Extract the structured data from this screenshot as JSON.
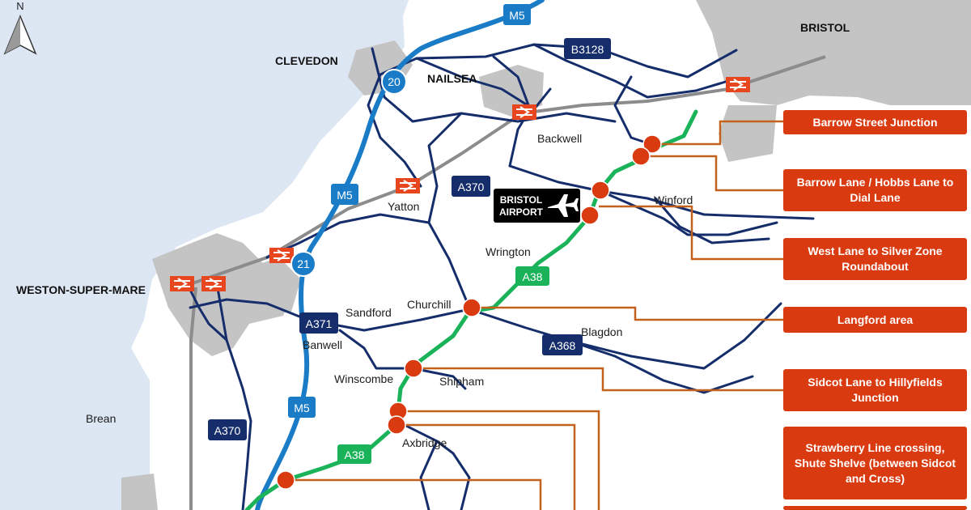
{
  "colors": {
    "sea": "#dde6f3",
    "land": "#ffffff",
    "urban": "#c4c4c4",
    "road": "#152d6b",
    "motorway": "#1a7cc7",
    "a38": "#1bb35a",
    "rail": "#8c8c8c",
    "callout": "#d93a10",
    "leader": "#c4621d",
    "rail_icon": "#e8461e",
    "airport": "#000000"
  },
  "north_label": "N",
  "towns": {
    "bristol": "BRISTOL",
    "clevedon": "CLEVEDON",
    "nailsea": "NAILSEA",
    "weston": "WESTON-SUPER-MARE"
  },
  "places": {
    "backwell": "Backwell",
    "yatton": "Yatton",
    "winford": "Winford",
    "wrington": "Wrington",
    "churchill": "Churchill",
    "sandford": "Sandford",
    "banwell": "Banwell",
    "blagdon": "Blagdon",
    "winscombe": "Winscombe",
    "shipham": "Shipham",
    "axbridge": "Axbridge",
    "brean": "Brean"
  },
  "road_labels": {
    "m5_top": "M5",
    "m5_mid": "M5",
    "m5_bottom": "M5",
    "j20": "20",
    "j21": "21",
    "b3128": "B3128",
    "a370_north": "A370",
    "a370_south": "A370",
    "a371": "A371",
    "a368": "A368",
    "a38_north": "A38",
    "a38_south": "A38"
  },
  "airport": {
    "line1": "BRISTOL",
    "line2": "AIRPORT"
  },
  "callouts": [
    {
      "label": "Barrow Street Junction"
    },
    {
      "label": "Barrow Lane / Hobbs Lane to Dial Lane"
    },
    {
      "label": "West Lane to Silver Zone Roundabout"
    },
    {
      "label": "Langford area"
    },
    {
      "label": "Sidcot Lane to Hillyfields Junction"
    },
    {
      "label": "Strawberry Line crossing, Shute Shelve (between Sidcot and Cross)"
    }
  ]
}
